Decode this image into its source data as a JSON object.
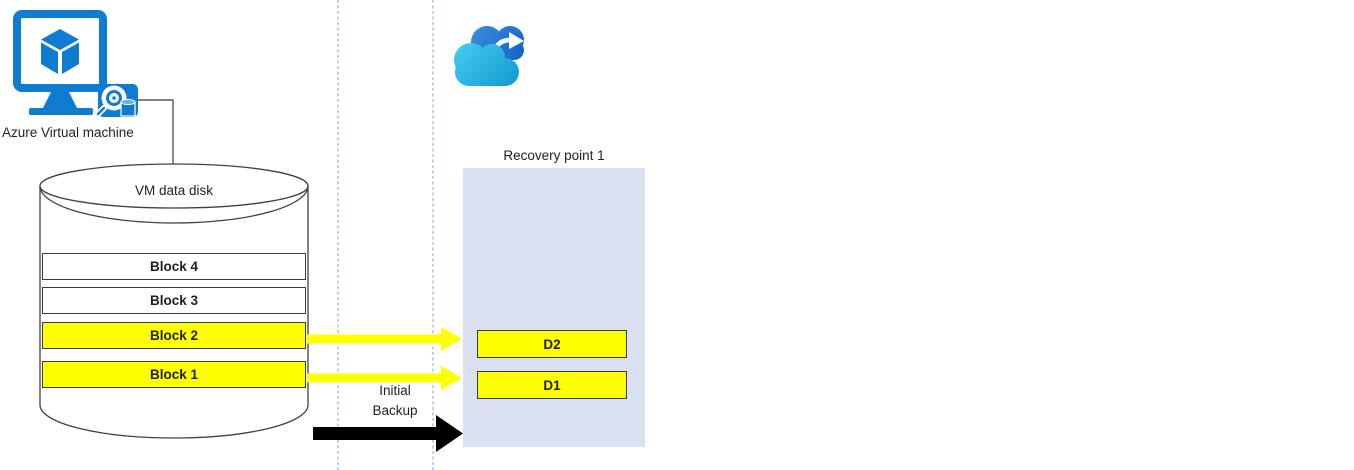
{
  "vm": {
    "label": "Azure Virtual machine",
    "icon": "azure-vm-monitor-icon",
    "badge_icon": "disk-search-icon"
  },
  "cloud": {
    "icon": "backup-cloud-icon"
  },
  "disk": {
    "title": "VM data disk",
    "blocks": [
      {
        "label": "Block 4",
        "highlighted": false
      },
      {
        "label": "Block 3",
        "highlighted": false
      },
      {
        "label": "Block 2",
        "highlighted": true
      },
      {
        "label": "Block 1",
        "highlighted": true
      }
    ]
  },
  "backup": {
    "label_line1": "Initial",
    "label_line2": "Backup"
  },
  "recovery_point": {
    "title": "Recovery point 1",
    "chunks": [
      {
        "label": "D2"
      },
      {
        "label": "D1"
      }
    ]
  },
  "colors": {
    "azure_blue": "#0f7cd1",
    "highlight_yellow": "#ffff00",
    "recovery_panel_fill": "#dae1f3",
    "dashed_guide_blue": "#9dc3e6",
    "outline_gray": "#404040",
    "arrow_black": "#000000",
    "cloud_back_blue": "#2b7cd3",
    "cloud_front_cyan": "#32bee1"
  }
}
